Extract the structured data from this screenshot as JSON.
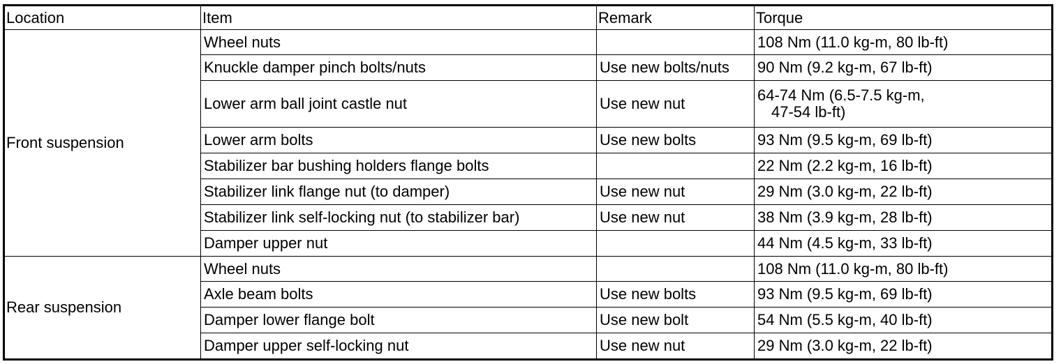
{
  "columns": [
    "Location",
    "Item",
    "Remark",
    "Torque"
  ],
  "groups": [
    {
      "location": "Front suspension",
      "rows": [
        {
          "item": "Wheel nuts",
          "remark": "",
          "torque": "108 Nm (11.0 kg-m, 80 lb-ft)"
        },
        {
          "item": "Knuckle damper pinch bolts/nuts",
          "remark": "Use new bolts/nuts",
          "torque": "90 Nm (9.2 kg-m, 67 lb-ft)"
        },
        {
          "item": "Lower arm ball joint castle nut",
          "remark": "Use new nut",
          "torque_line1": "64-74 Nm (6.5-7.5 kg-m,",
          "torque_line2": "47-54 lb-ft)"
        },
        {
          "item": "Lower arm bolts",
          "remark": "Use new bolts",
          "torque": "93 Nm (9.5 kg-m, 69 lb-ft)"
        },
        {
          "item": "Stabilizer bar bushing holders flange bolts",
          "remark": "",
          "torque": "22 Nm (2.2 kg-m, 16 lb-ft)"
        },
        {
          "item": "Stabilizer link flange nut (to damper)",
          "remark": "Use new nut",
          "torque": "29 Nm (3.0 kg-m, 22 lb-ft)"
        },
        {
          "item": "Stabilizer link self-locking nut (to stabilizer bar)",
          "remark": "Use new nut",
          "torque": "38 Nm (3.9 kg-m, 28 lb-ft)"
        },
        {
          "item": "Damper upper nut",
          "remark": "",
          "torque": "44 Nm (4.5 kg-m, 33 lb-ft)"
        }
      ]
    },
    {
      "location": "Rear suspension",
      "rows": [
        {
          "item": "Wheel nuts",
          "remark": "",
          "torque": "108 Nm (11.0 kg-m, 80 lb-ft)"
        },
        {
          "item": "Axle beam bolts",
          "remark": "Use new bolts",
          "torque": "93 Nm (9.5 kg-m, 69 lb-ft)"
        },
        {
          "item": "Damper lower flange bolt",
          "remark": "Use new bolt",
          "torque": "54 Nm (5.5 kg-m, 40 lb-ft)"
        },
        {
          "item": "Damper upper self-locking nut",
          "remark": "Use new nut",
          "torque": "29 Nm (3.0 kg-m, 22 lb-ft)"
        }
      ]
    }
  ]
}
